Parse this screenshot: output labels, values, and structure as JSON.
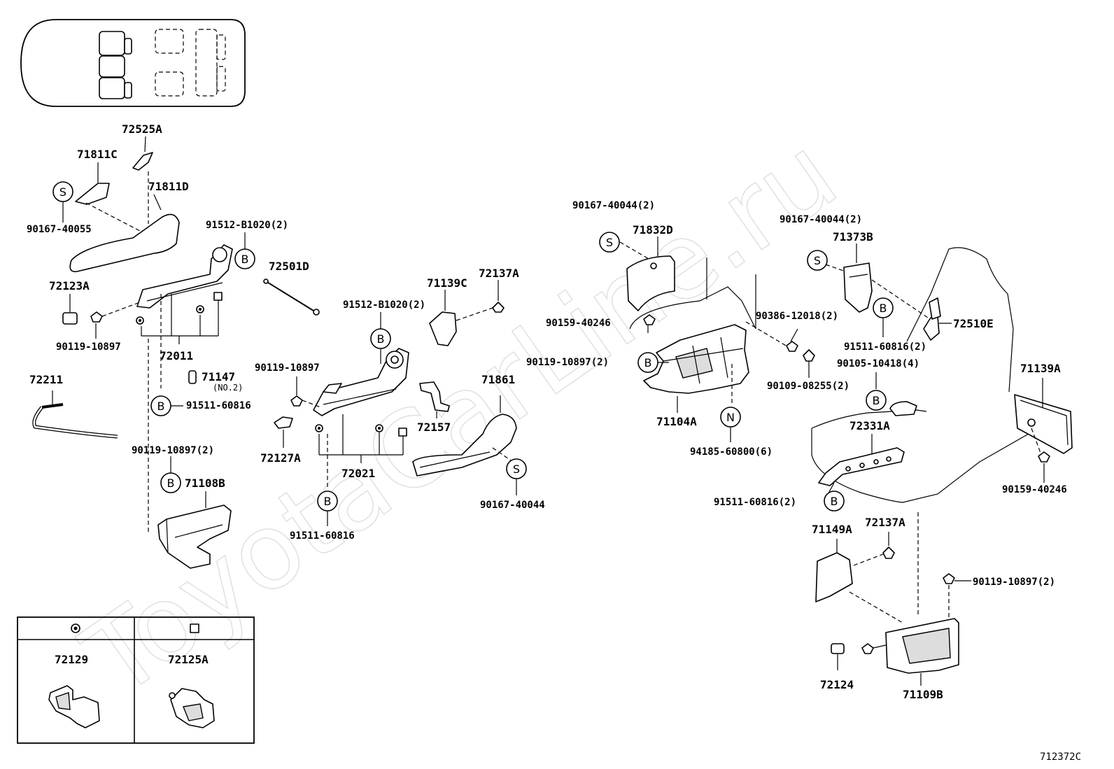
{
  "watermark": "ToyotaCarLine.ru",
  "figure_code": "712372C",
  "labels": {
    "p72525A": "72525A",
    "p71811C": "71811C",
    "p71811D": "71811D",
    "p90167_40055": "90167-40055",
    "p91512_B1020_a": "91512-B1020(2)",
    "p72501D": "72501D",
    "p72123A": "72123A",
    "p90119_10897_a": "90119-10897",
    "p72011": "72011",
    "p72211": "72211",
    "p71147": "71147",
    "p71147_note": "(NO.2)",
    "p91511_60816_a": "91511-60816",
    "p90119_10897_b": "90119-10897(2)",
    "p71108B": "71108B",
    "p71139C": "71139C",
    "p72137A_a": "72137A",
    "p91512_B1020_b": "91512-B1020(2)",
    "p90119_10897_c": "90119-10897",
    "p71861": "71861",
    "p72157": "72157",
    "p72127A": "72127A",
    "p72021": "72021",
    "p90167_40044_a": "90167-40044",
    "p91511_60816_b": "91511-60816",
    "p90167_40044_b": "90167-40044(2)",
    "p71832D": "71832D",
    "p90159_40246_a": "90159-40246",
    "p90119_10897_d": "90119-10897(2)",
    "p71104A": "71104A",
    "p90386_12018": "90386-12018(2)",
    "p90109_08255": "90109-08255(2)",
    "p94185_60800": "94185-60800(6)",
    "p90167_40044_c": "90167-40044(2)",
    "p71373B": "71373B",
    "p72510E": "72510E",
    "p91511_60816_c": "91511-60816(2)",
    "p90105_10418": "90105-10418(4)",
    "p71139A": "71139A",
    "p72331A": "72331A",
    "p90159_40246_b": "90159-40246",
    "p91511_60816_d": "91511-60816(2)",
    "p71149A": "71149A",
    "p72137A_b": "72137A",
    "p90119_10897_e": "90119-10897(2)",
    "p72124": "72124",
    "p71109B": "71109B"
  },
  "callouts": {
    "S": "S",
    "B": "B",
    "N": "N"
  },
  "legend": {
    "col1_part": "72129",
    "col2_part": "72125A"
  }
}
